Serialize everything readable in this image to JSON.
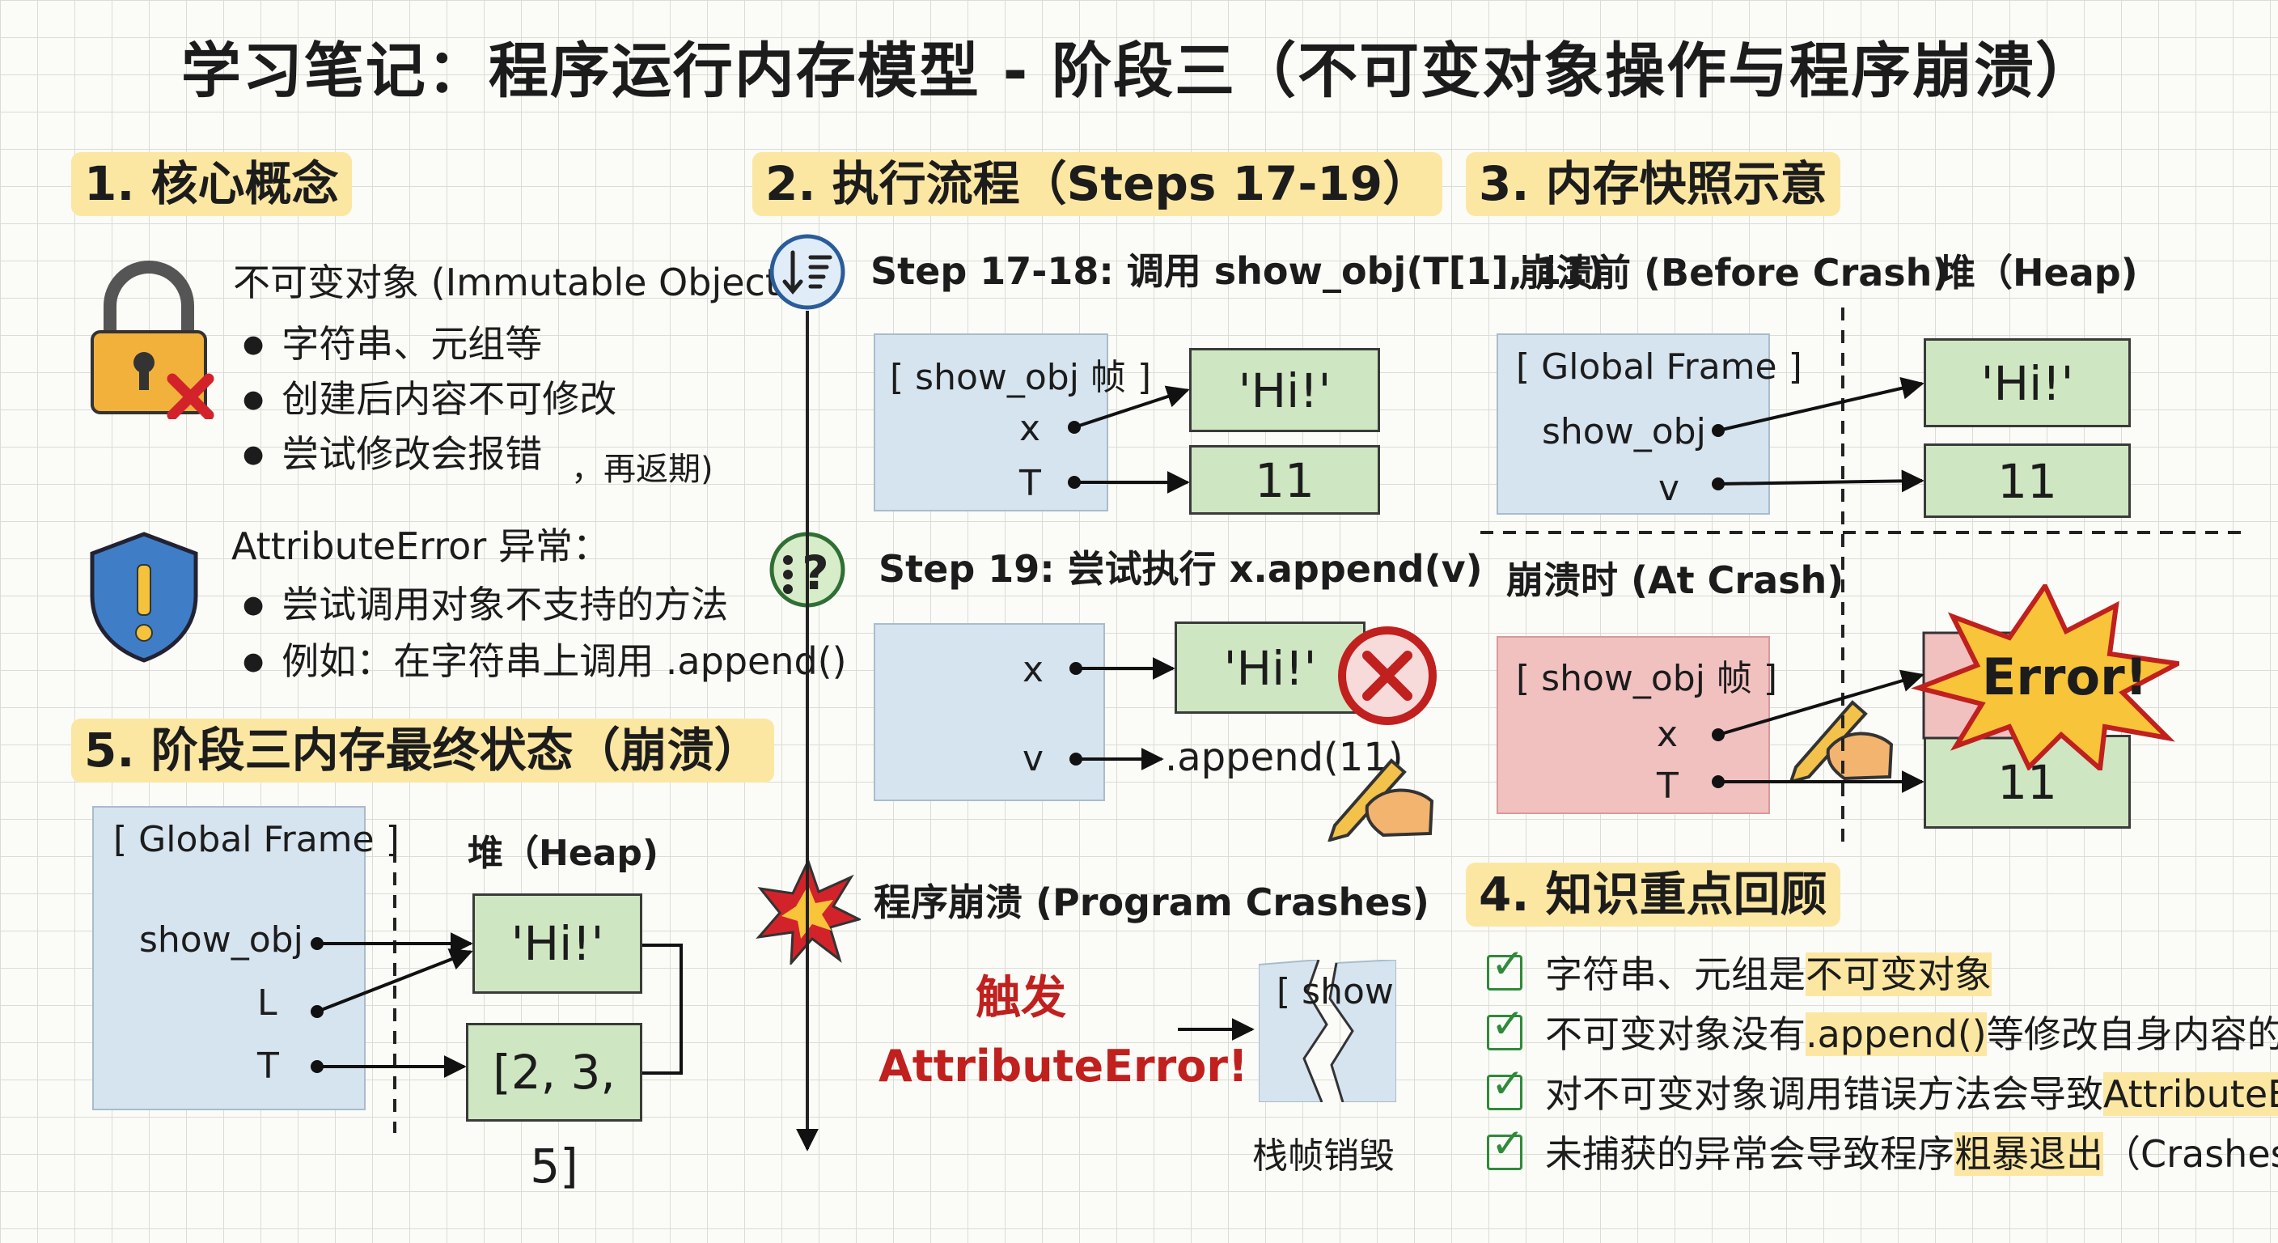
{
  "title": "学习笔记：程序运行内存模型 - 阶段三（不可变对象操作与程序崩溃）",
  "section1": {
    "heading": "1. 核心概念",
    "immutable_title": "不可变对象 (Immutable Object)：",
    "immutable_items": [
      "字符串、元组等",
      "创建后内容不可修改",
      "尝试修改会报错"
    ],
    "note_tag": "，再返期)",
    "error_title": "AttributeError 异常：",
    "error_items": [
      "尝试调用对象不支持的方法",
      "例如：在字符串上调用 .append()"
    ]
  },
  "section2": {
    "heading": "2. 执行流程（Steps 17-19）",
    "step1_label": "Step 17-18: 调用 show_obj(T[1], 11)",
    "frame1_title": "[ show_obj 帧 ]",
    "frame1_vars": [
      "x",
      "T"
    ],
    "frame1_heap": [
      "'Hi!'",
      "11"
    ],
    "step2_label": "Step 19: 尝试执行 x.append(v)",
    "frame2_vars": [
      "x",
      "v"
    ],
    "frame2_heap": "'Hi!'",
    "append_text": ".append(11)",
    "crash_label": "程序崩溃 (Program Crashes)",
    "trigger_line1": "触发",
    "trigger_line2": "AttributeError!",
    "torn_text": "[ show",
    "destroy_label": "栈帧销毁"
  },
  "section3": {
    "heading": "3. 内存快照示意",
    "before_label": "崩溃前 (Before Crash)",
    "heap_label": "堆（Heap)",
    "before_frame": "[ Global Frame ]",
    "before_vars": [
      "show_obj",
      "v"
    ],
    "before_heap": [
      "'Hi!'",
      "11"
    ],
    "at_label": "崩溃时 (At Crash)",
    "at_frame": "[ show_obj 帧 ]",
    "at_vars": [
      "x",
      "T"
    ],
    "error_burst": "Error!",
    "at_heap": "11"
  },
  "section4": {
    "heading": "4. 知识重点回顾",
    "items": [
      {
        "pre": "字符串、元组是",
        "hl": "不可变对象",
        "post": ""
      },
      {
        "pre": "不可变对象没有",
        "hl": ".append()",
        "post": "等修改自身内容的方法"
      },
      {
        "pre": "对不可变对象调用错误方法会导致",
        "hl": "AttributeError",
        "post": ""
      },
      {
        "pre": "未捕获的异常会导致程序",
        "hl": "粗暴退出",
        "post": "（Crashes）"
      }
    ]
  },
  "section5": {
    "heading": "5. 阶段三内存最终状态（崩溃）",
    "frame_title": "[ Global Frame ]",
    "heap_label": "堆（Heap)",
    "vars": [
      "show_obj",
      "L",
      "T"
    ],
    "heap": [
      "'Hi!'",
      "[2, 3, 5]"
    ]
  },
  "colors": {
    "highlight": "#fbe7a2",
    "frame": "#d6e4f0",
    "heap": "#cfe6c2",
    "error_frame": "#f1c1c0",
    "error_red": "#c0201e",
    "check": "#2f8a3a"
  }
}
